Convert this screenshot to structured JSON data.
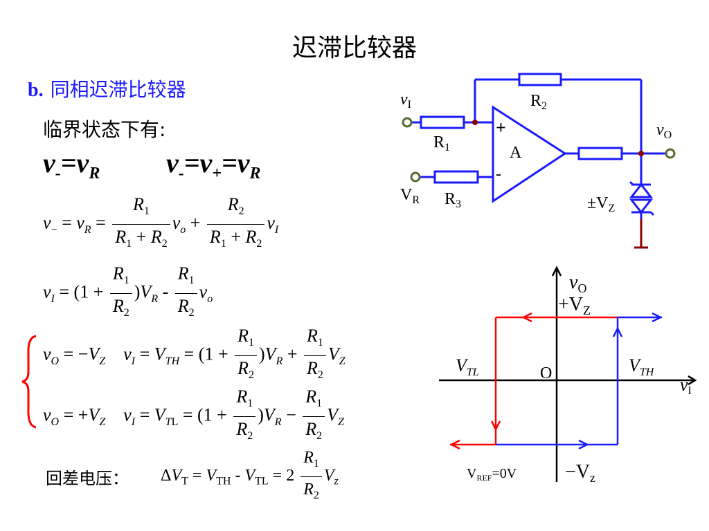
{
  "title": "迟滞比较器",
  "subtitle": {
    "prefix": "b.",
    "text": "同相迟滞比较器"
  },
  "critical_text": "临界状态下有:",
  "eq_big": {
    "v": "v",
    "minus": "-",
    "plus": "+",
    "R": "R",
    "equals": "="
  },
  "hyst_label": "回差电压：",
  "circuit": {
    "vI": "v",
    "vI_sub": "I",
    "R1": "R",
    "R1_sub": "1",
    "R2": "R",
    "R2_sub": "2",
    "R3": "R",
    "R3_sub": "3",
    "VR": "V",
    "VR_sub": "R",
    "A": "A",
    "plus": "+",
    "minus": "-",
    "vO": "v",
    "vO_sub": "O",
    "VZ": "±V",
    "VZ_sub": "Z"
  },
  "graph": {
    "vo": "v",
    "vo_sub": "O",
    "pVz": "+V",
    "pVz_sub": "Z",
    "nVz": "−V",
    "nVz_sub": "z",
    "VTL": "V",
    "VTL_sub": "TL",
    "VTH": "V",
    "VTH_sub": "TH",
    "origin": "O",
    "vI": "v",
    "vI_sub": "I",
    "vref": "V",
    "vref_sub": "REF",
    "vref_val": "=0V"
  },
  "colors": {
    "subtitle": "#1a1aff",
    "wire": "#1a1aff",
    "red": "#ff0000",
    "blue": "#1a1aff",
    "brace": "#ff0000"
  }
}
